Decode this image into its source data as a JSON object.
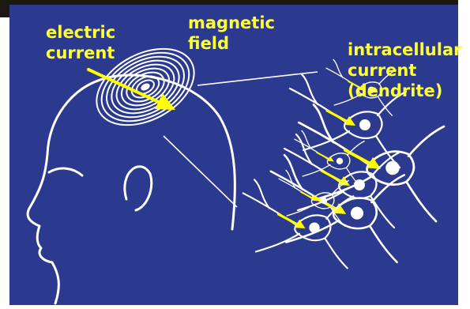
{
  "labels": {
    "electric_current": [
      "electric",
      "current"
    ],
    "magnetic_field": [
      "magnetic",
      "field"
    ],
    "intracellular_current": [
      "intracellular",
      "current",
      "(dendrite)"
    ]
  },
  "colors": {
    "background": "#2b3a8f",
    "frame_top": "#1c1810",
    "frame_right": "#ffffff",
    "line": "#ffffff",
    "label": "#ffff33",
    "arrow": "#ffff00"
  }
}
